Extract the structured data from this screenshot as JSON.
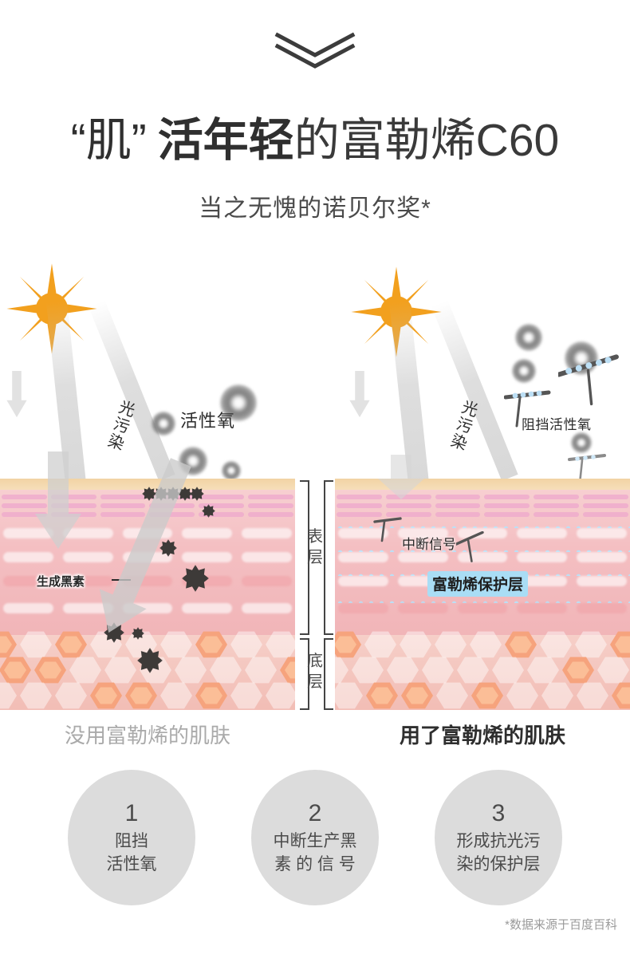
{
  "header": {
    "chevron_icon": "double-chevron-down-icon",
    "title_parts": {
      "quoted": "“肌”",
      "bold": "活年轻",
      "light": "的富勒烯C60"
    },
    "subtitle": "当之无愧的诺贝尔奖*"
  },
  "illustration": {
    "left_panel": {
      "sun_icon": "sun-icon",
      "beam_label": "光污染",
      "ros_label": "活性氧",
      "melanin_label": "生成黑素",
      "caption": "没用富勒烯的肌肤"
    },
    "right_panel": {
      "sun_icon": "sun-icon",
      "beam_label": "光污染",
      "block_label": "阻挡活性氧",
      "interrupt_label": "中断信号",
      "protect_label": "富勒烯保护层",
      "caption": "用了富勒烯的肌肤"
    },
    "depth_labels": {
      "surface": "表层",
      "base": "底层"
    }
  },
  "benefits": [
    {
      "number": "1",
      "lines": [
        "阻挡",
        "活性氧"
      ]
    },
    {
      "number": "2",
      "lines": [
        "中断生产黑",
        "素 的 信 号"
      ]
    },
    {
      "number": "3",
      "lines": [
        "形成抗光污",
        "染的保护层"
      ]
    }
  ],
  "footnote": "*数据来源于百度百科",
  "colors": {
    "sun": "#F2A01E",
    "fullerene_blue": "#A9DDF5",
    "dot_blue": "#BCDFF5",
    "skin_top": "#F2D3A4",
    "epidermis": "#F4BFC2",
    "dermis": "#F2BDB5",
    "hex_highlight": "#F6A37D",
    "melanin": "#3D3A38",
    "circle_bg": "#DCDCDC",
    "text_dark": "#2F2F2F",
    "text_muted": "#AAAAAA"
  }
}
